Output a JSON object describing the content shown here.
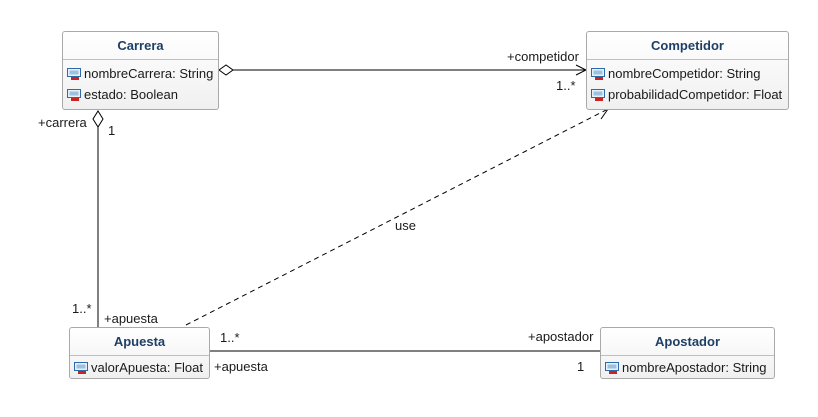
{
  "classes": {
    "carrera": {
      "name": "Carrera",
      "attributes": [
        "nombreCarrera: String",
        "estado: Boolean"
      ]
    },
    "competidor": {
      "name": "Competidor",
      "attributes": [
        "nombreCompetidor: String",
        "probabilidadCompetidor: Float"
      ]
    },
    "apuesta": {
      "name": "Apuesta",
      "attributes": [
        "valorApuesta: Float"
      ]
    },
    "apostador": {
      "name": "Apostador",
      "attributes": [
        "nombreApostador: String"
      ]
    }
  },
  "relations": {
    "carrera_competidor": {
      "role_target": "+competidor",
      "mult_target": "1..*"
    },
    "carrera_apuesta": {
      "role_source": "+carrera",
      "mult_source": "1",
      "mult_target": "1..*",
      "role_target": "+apuesta"
    },
    "apuesta_competidor": {
      "label": "use"
    },
    "apuesta_apostador": {
      "mult_source": "1..*",
      "role_source": "+apuesta",
      "role_target": "+apostador",
      "mult_target": "1"
    }
  },
  "icon_names": {
    "attribute": "attribute-field-icon"
  },
  "colors": {
    "class_title": "#1f3f66",
    "border": "#a9a9a9",
    "line": "#000000",
    "icon_red": "#cc2222",
    "icon_blue": "#2d6aa8"
  }
}
